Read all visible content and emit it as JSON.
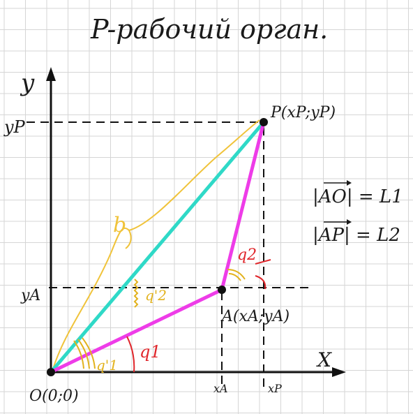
{
  "title": "P-рабочий орган.",
  "axes": {
    "x_label": "X",
    "y_label": "y"
  },
  "points": {
    "origin": "O(0;0)",
    "A": "A(xA;yA)",
    "P": "P(xP;yP)"
  },
  "ticks": {
    "xA": "xA",
    "xP": "xP",
    "yA": "yA",
    "yP": "yP"
  },
  "angles": {
    "q1": "q1",
    "q2": "q2",
    "q1_prime": "q'1",
    "q2_prime": "q'2"
  },
  "segment_label_b": "b",
  "equations": {
    "ao": "|AO| = L1",
    "ap": "|AP| = L2"
  },
  "colors": {
    "grid": "#d5d5d5",
    "axis": "#111111",
    "link": "#ee3ce8",
    "diagonal": "#2fd9c7",
    "bracket": "#f0c33a",
    "angle_red": "#e0262b",
    "angle_yellow": "#e2b21d",
    "text": "#1a1a1a"
  }
}
